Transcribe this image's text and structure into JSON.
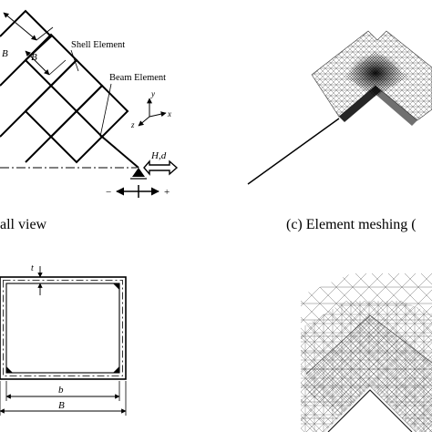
{
  "panel_a": {
    "labels": {
      "shell_element": "Shell Element",
      "beam_element": "Beam Element",
      "dim_b_outer": "B",
      "dim_b_inner": "B",
      "axis_y": "y",
      "axis_x": "x",
      "axis_z": "z",
      "load": "H,d",
      "minus": "−",
      "plus": "+"
    },
    "caption": "all view"
  },
  "panel_c": {
    "caption": "(c) Element meshing ("
  },
  "panel_b": {
    "labels": {
      "t": "t",
      "b": "b",
      "B": "B"
    }
  }
}
